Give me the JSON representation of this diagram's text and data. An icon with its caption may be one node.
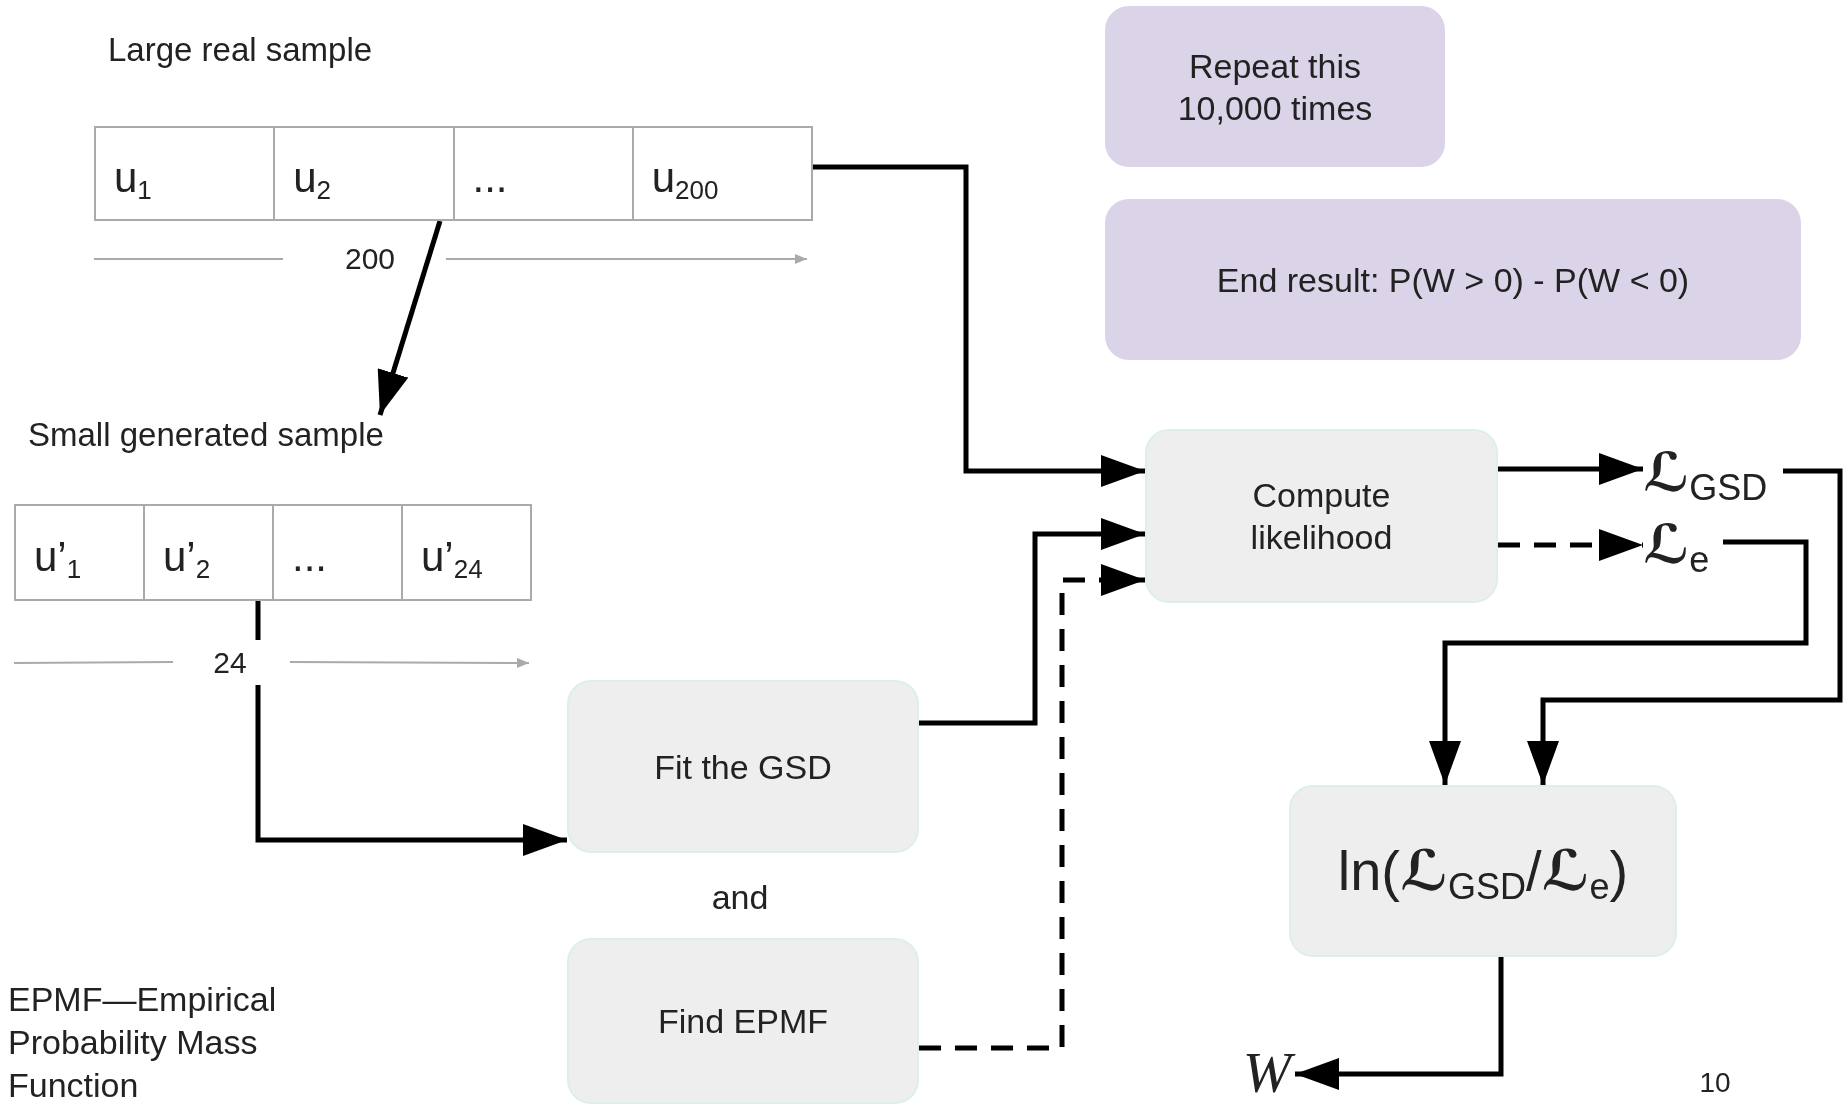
{
  "diagram": {
    "nodes": [
      {
        "text": [
          "Large real sample"
        ]
      },
      {
        "text": [
          "u$_{1}$"
        ],
        "in": 0
      },
      {
        "text": [
          "u$_{2}$"
        ],
        "in": 0
      },
      {
        "text": [
          "..."
        ],
        "in": 0
      },
      {
        "text": [
          "u$_{200}$"
        ],
        "in": 0
      },
      {
        "text": [
          "Small generated sample"
        ]
      },
      {
        "text": [
          "u’$_{1}$"
        ],
        "in": 5
      },
      {
        "text": [
          "u’$_{2}$"
        ],
        "in": 5
      },
      {
        "text": [
          "..."
        ],
        "in": 5
      },
      {
        "text": [
          "u’$_{24}$"
        ],
        "in": 5
      },
      {
        "text": [
          "Fit the GSD"
        ]
      },
      {
        "text": [
          "Find EPMF"
        ]
      },
      {
        "text": [
          "Compute likelihood"
        ]
      },
      {
        "text": [
          "Repeat this 10,000 times"
        ]
      },
      {
        "text": [
          "End result: P(W > 0) - P(W < 0)"
        ]
      },
      {
        "text": [
          "**ℒ**$_{GSD}$"
        ]
      },
      {
        "text": [
          "**ℒ**$_{e}$"
        ]
      },
      {
        "text": [
          "ln(**ℒ**$_{GSD}$/**ℒ**$_{e}$)"
        ]
      },
      {
        "text": [
          "W"
        ]
      }
    ],
    "edges": [
      {
        "from": 0,
        "to": 12,
        "arrow": "to"
      },
      {
        "from": 0,
        "to": 5,
        "arrow": "to"
      },
      {
        "from": 5,
        "to": 10,
        "arrow": "to"
      },
      {
        "from": 10,
        "to": 12,
        "arrow": "to"
      },
      {
        "from": 11,
        "to": 12,
        "arrow": "to",
        "style": "dashed"
      },
      {
        "from": 12,
        "to": 15,
        "arrow": "to"
      },
      {
        "from": 12,
        "to": 16,
        "arrow": "to",
        "style": "dashed"
      },
      {
        "from": 15,
        "to": 17,
        "arrow": "to"
      },
      {
        "from": 16,
        "to": 17,
        "arrow": "to"
      },
      {
        "from": 17,
        "to": 18,
        "arrow": "to"
      }
    ],
    "labels": [
      "200",
      "24",
      "and",
      "EPMF—Empirical Probability Mass Function",
      "10"
    ]
  }
}
